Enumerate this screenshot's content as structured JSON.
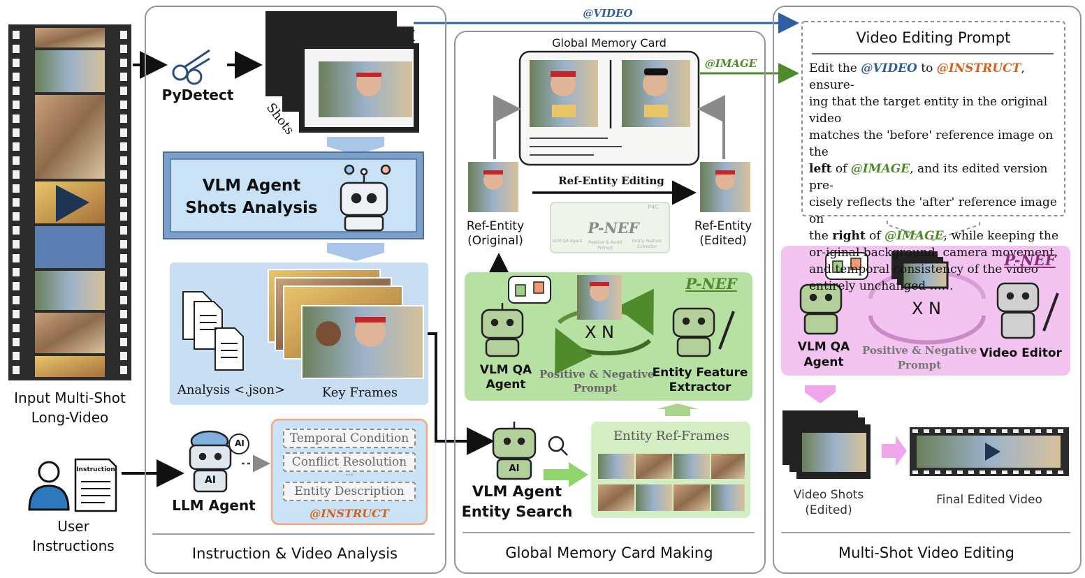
{
  "input": {
    "label_line1": "Input Multi-Shot",
    "label_line2": "Long-Video"
  },
  "user": {
    "label_line1": "User",
    "label_line2": "Instructions",
    "doc_title": "Instruction"
  },
  "panel1": {
    "title": "Instruction & Video Analysis",
    "pydetect": "PyDetect",
    "shots": "Shots",
    "vlm_line1": "VLM  Agent",
    "vlm_line2": "Shots  Analysis",
    "analysis": "Analysis <.json>",
    "keyframes": "Key Frames",
    "llm": "LLM Agent",
    "ai_badge": "AI",
    "instruct_items": [
      "Temporal Condition",
      "Conflict Resolution",
      "Entity Description"
    ],
    "ellipsis": "...",
    "instruct_tag": "@INSTRUCT"
  },
  "panel2": {
    "title": "Global Memory Card Making",
    "card_title": "Global Memory Card",
    "ref_orig_line1": "Ref-Entity",
    "ref_orig_line2": "(Original)",
    "ref_edit_line1": "Ref-Entity",
    "ref_edit_line2": "(Edited)",
    "ref_editing": "Ref-Entity Editing",
    "pnef": "P-NEF",
    "pnef_tag": "P4C",
    "ghost_labels": [
      "VLM QA Agent",
      "Positive & Avoid Prompt",
      "Entity Feature Extractor"
    ],
    "xn": "X N",
    "qa_line1": "VLM QA",
    "qa_line2": "Agent",
    "pn_line1": "Positive & Negative",
    "pn_line2": "Prompt",
    "efe_line1": "Entity Feature",
    "efe_line2": "Extractor",
    "search_line1": "VLM  Agent",
    "search_line2": "Entity Search",
    "ref_frames": "Entity Ref-Frames",
    "ai_badge": "AI"
  },
  "panel3": {
    "title": "Multi-Shot Video Editing",
    "prompt_title": "Video Editing Prompt",
    "prompt": {
      "l1a": "Edit the ",
      "l1b": "@VIDEO",
      "l1c": " to ",
      "l1d": "@INSTRUCT",
      "l1e": ", ensure-",
      "l2": "ing that the target entity in the original video",
      "l3": "matches the 'before' reference image on the",
      "l4a": "left",
      "l4b": " of ",
      "l4c": "@IMAGE",
      "l4d": ", and its edited version pre-",
      "l5": "cisely reflects the 'after' reference image on",
      "l6a": "the ",
      "l6b": "right",
      "l6c": " of ",
      "l6d": "@IMAGE",
      "l6e": ", while keeping the",
      "l7": "or-iginal background, camera movement,",
      "l8": "and temporal consistency of the video",
      "l9": "entirely unchanged ……"
    },
    "pnef": "P-NEF",
    "xn": "X N",
    "qa_line1": "VLM QA",
    "qa_line2": "Agent",
    "pn_line1": "Positive & Negative",
    "pn_line2": "Prompt",
    "editor": "Video Editor",
    "shots_line1": "Video Shots",
    "shots_line2": "(Edited)",
    "final": "Final Edited Video"
  },
  "arrows": {
    "video_tag": "@VIDEO",
    "image_tag": "@IMAGE"
  },
  "colors": {
    "blue_tag": "#2f5f9e",
    "orange_tag": "#d9601c",
    "green_tag": "#4f8a2b",
    "pnef": "#8a2e7a"
  }
}
